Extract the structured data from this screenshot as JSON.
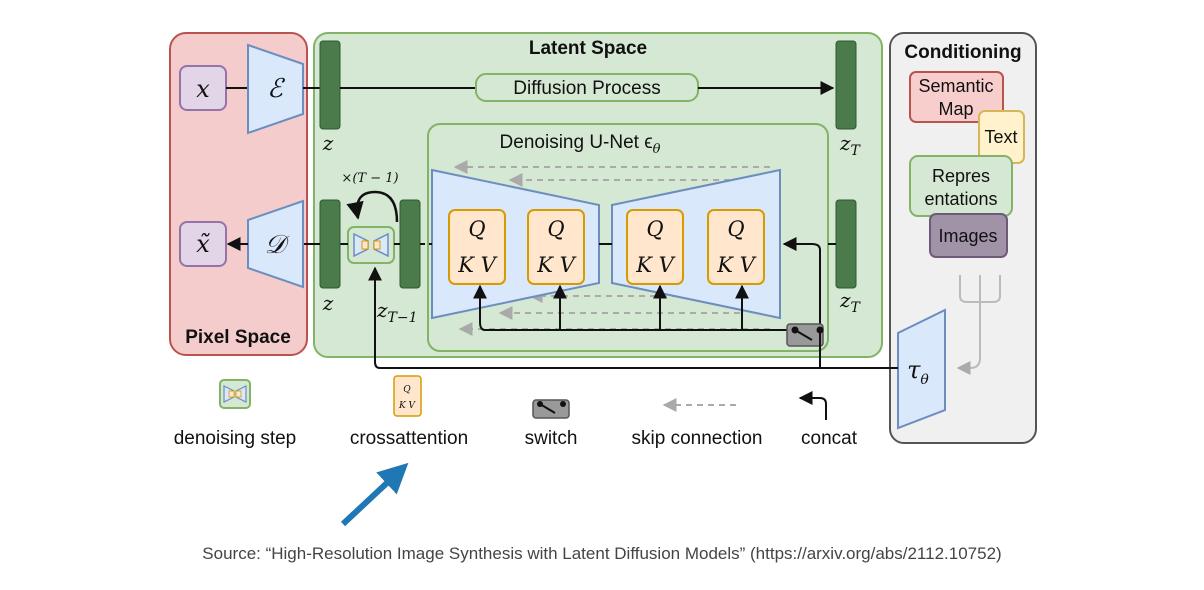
{
  "regions": {
    "pixel_space": "Pixel Space",
    "latent_space": "Latent Space",
    "conditioning": "Conditioning"
  },
  "blocks": {
    "diffusion_process": "Diffusion Process",
    "unet_title": "Denoising U-Net ϵ",
    "unet_title_sub": "θ",
    "repeat_label": "×(T − 1)",
    "tau": "τ",
    "tau_sub": "θ"
  },
  "symbols": {
    "x": "x",
    "x_tilde": "x̃",
    "encoder": "ℰ",
    "decoder": "𝒟",
    "z": "z",
    "z_T": "z",
    "z_T_sub": "T",
    "z_T1": "z",
    "z_T1_sub": "T−1",
    "q": "Q",
    "kv": "K V"
  },
  "conditioning_items": {
    "semantic_map_1": "Semantic",
    "semantic_map_2": "Map",
    "text": "Text",
    "representations_1": "Repres",
    "representations_2": "entations",
    "images": "Images"
  },
  "legend": {
    "denoising_step": "denoising step",
    "crossattention": "crossattention",
    "switch": "switch",
    "skip_connection": "skip connection",
    "concat": "concat"
  },
  "source": "Source: “High-Resolution Image Synthesis with Latent Diffusion Models” (https://arxiv.org/abs/2112.10752)",
  "colors": {
    "pixel_fill": "#f4cccc",
    "pixel_border": "#b85450",
    "latent_fill": "#d5e8d4",
    "latent_border": "#82b366",
    "trap_fill": "#dae8fc",
    "trap_border": "#6c8ebf",
    "attn_fill": "#ffe6cc",
    "attn_border": "#d79b00",
    "feature_bar": "#4b7a4b",
    "arrow_blue": "#1f77b4"
  }
}
